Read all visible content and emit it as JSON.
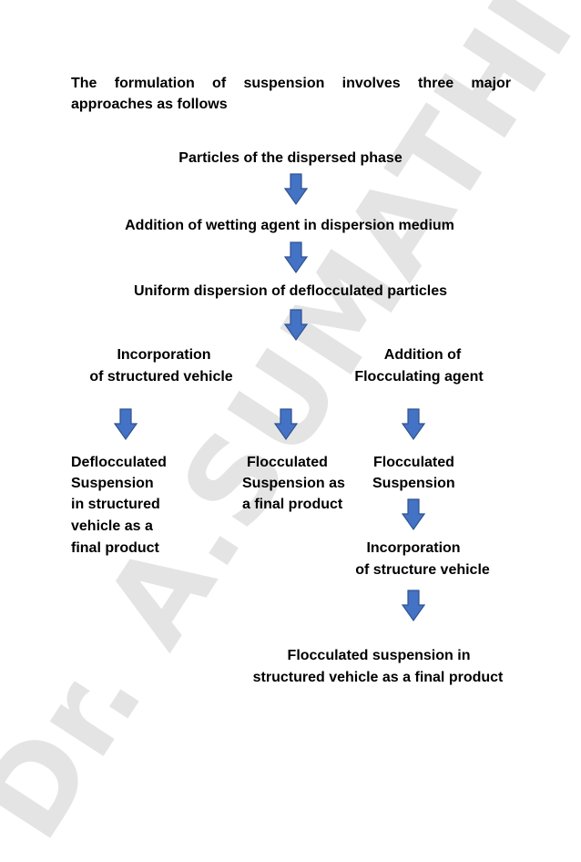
{
  "watermark": "Dr. A.SUMATHI",
  "intro": "The formulation of suspension involves three major approaches as follows",
  "steps": {
    "s1": "Particles of the dispersed phase",
    "s2": "Addition of wetting agent in dispersion medium",
    "s3": "Uniform dispersion of deflocculated particles"
  },
  "branches": {
    "left_line1": "Incorporation",
    "left_line2": "of structured vehicle",
    "right_line1": "Addition of",
    "right_line2": "Flocculating agent"
  },
  "outcomes": {
    "deflocculated": [
      "Deflocculated",
      "Suspension",
      "in structured",
      "vehicle as a",
      "final product"
    ],
    "flocculated_final": [
      "Flocculated",
      "Suspension as",
      "a final product"
    ],
    "flocculated": [
      "Flocculated",
      "Suspension"
    ]
  },
  "further": {
    "line1": "Incorporation",
    "line2": "of structure vehicle"
  },
  "final": {
    "line1": "Flocculated suspension in",
    "line2": "structured vehicle as a final product"
  },
  "colors": {
    "arrow_fill": "#4472C4",
    "arrow_stroke": "#2F528F",
    "watermark": "#e4e4e4"
  },
  "icons": {
    "arrow": "down-arrow-icon"
  }
}
